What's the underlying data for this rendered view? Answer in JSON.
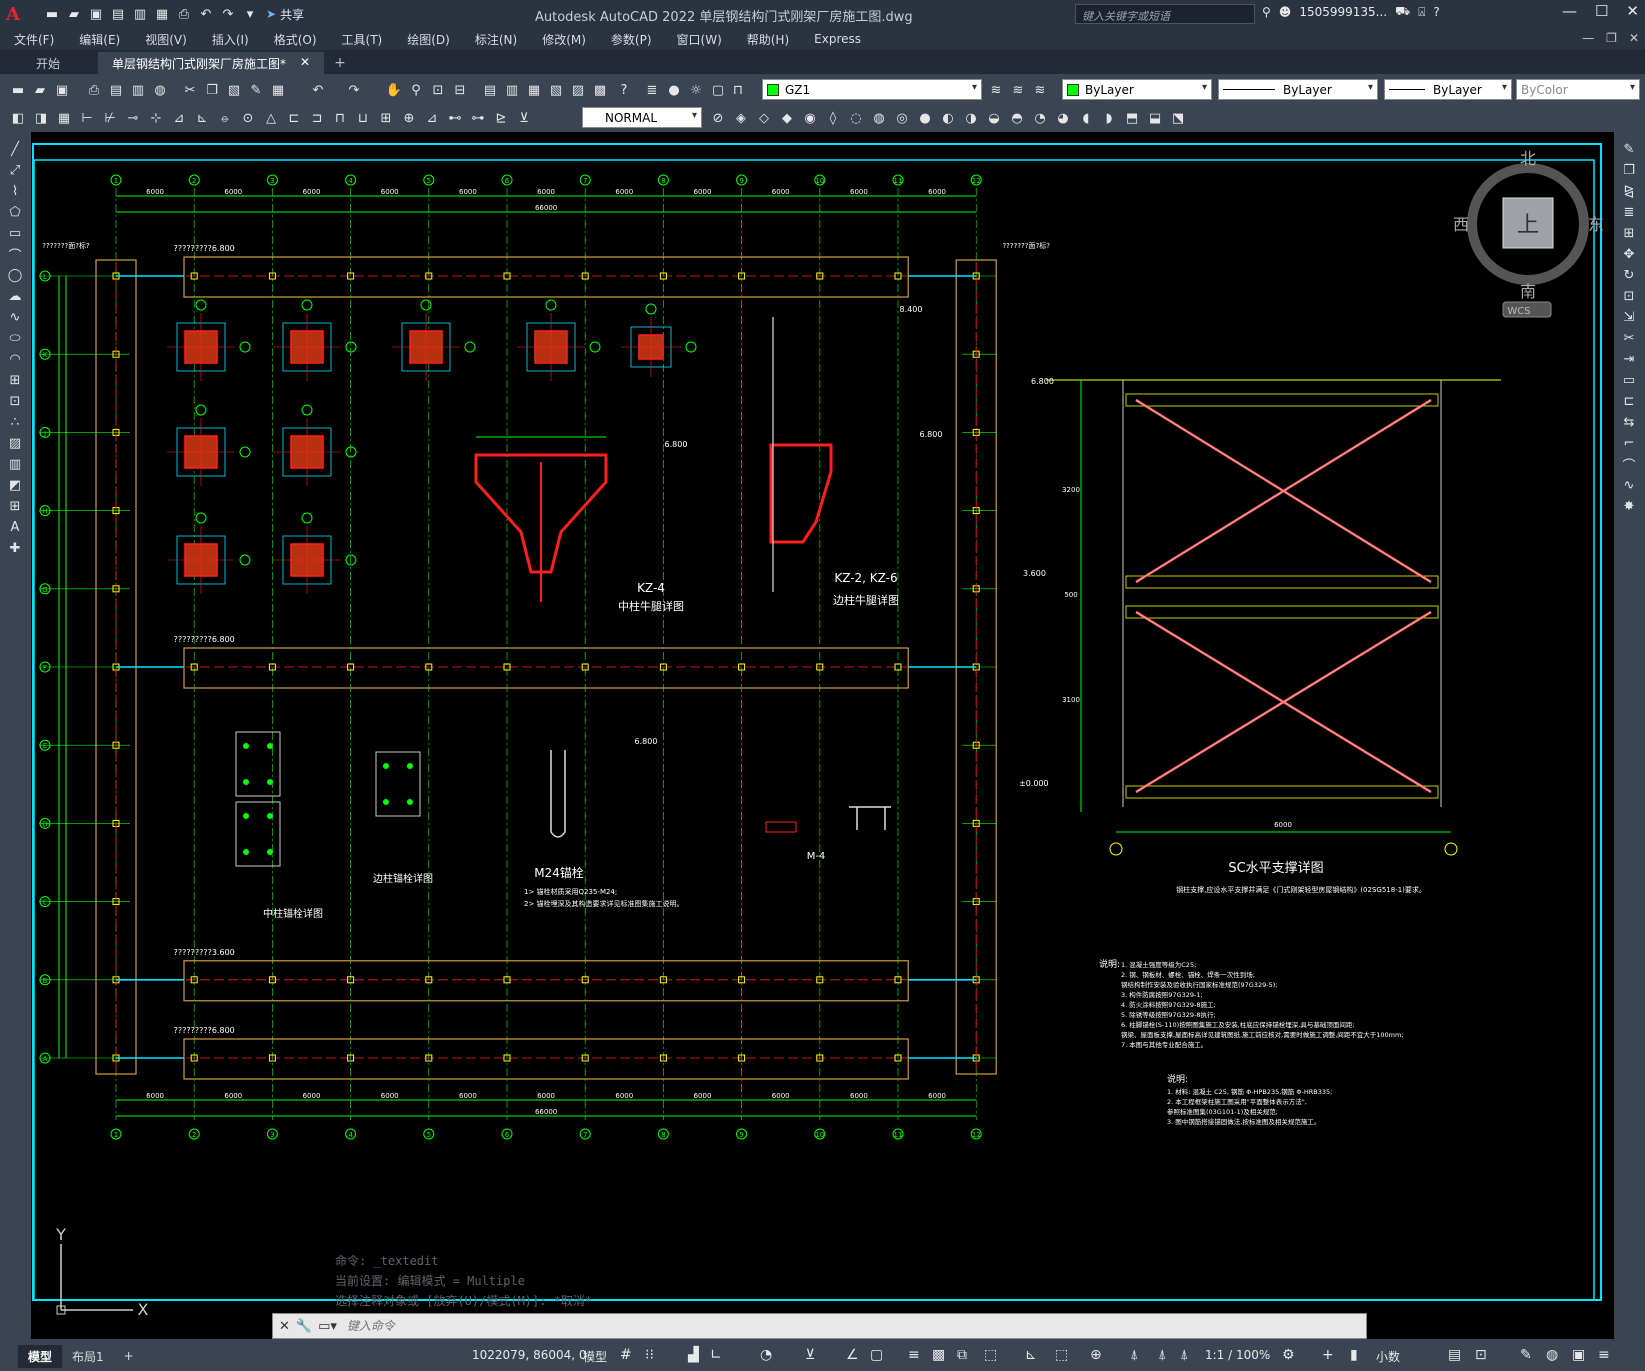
{
  "app": {
    "logo": "A",
    "title": "Autodesk AutoCAD 2022    单层钢结构门式刚架厂房施工图.dwg",
    "share_label": "共享",
    "search_placeholder": "键入关键字或短语",
    "user": "1505999135...",
    "help": "?"
  },
  "menu": [
    "文件(F)",
    "编辑(E)",
    "视图(V)",
    "插入(I)",
    "格式(O)",
    "工具(T)",
    "绘图(D)",
    "标注(N)",
    "修改(M)",
    "参数(P)",
    "窗口(W)",
    "帮助(H)",
    "Express"
  ],
  "tabs": [
    {
      "label": "开始",
      "active": false
    },
    {
      "label": "单层钢结构门式刚架厂房施工图*",
      "active": true
    }
  ],
  "toolbar": {
    "layer_name": "GZ1",
    "color": "ByLayer",
    "linetype": "ByLayer",
    "lineweight": "ByLayer",
    "plotstyle": "ByColor",
    "dimstyle": "NORMAL"
  },
  "viewcube": {
    "north": "北",
    "south": "南",
    "east": "东",
    "west": "西",
    "face": "上",
    "wcs": "WCS"
  },
  "drawing": {
    "grid_cols": [
      "1",
      "2",
      "3",
      "4",
      "5",
      "6",
      "7",
      "8",
      "9",
      "10",
      "11",
      "12"
    ],
    "grid_rows": [
      "L",
      "K",
      "J",
      "H",
      "G",
      "F",
      "E",
      "D",
      "C",
      "B",
      "A"
    ],
    "bay_spacing": "6000",
    "total_length": "66000",
    "bays_label": "6000",
    "beam_labels": [
      "?????????6.800",
      "?????????6.800",
      "?????????3.600",
      "?????????6.800"
    ],
    "corner_label": "???????面?标?",
    "detail_titles": {
      "kz4": "KZ-4",
      "kz4_sub": "中柱牛腿详图",
      "kz26": "KZ-2, KZ-6",
      "kz26_sub": "边柱牛腿详图",
      "anchor_mid": "中柱锚栓详图",
      "anchor_side": "边柱锚栓详图",
      "m24": "M24锚栓",
      "m4": "M-4",
      "sc": "SC水平支撑详图"
    },
    "m24_notes": [
      "1> 锚栓材质采用Q235-M24;",
      "2> 锚栓埋深及其构造要求详见标准图集施工说明。"
    ],
    "elevations": {
      "e1": "8.400",
      "e2": "6.800",
      "e3": "6.800",
      "e4": "6.800",
      "e5": "6.800",
      "e6": "3.600",
      "e7": "±0.000"
    },
    "sc_dims": [
      "3200",
      "500",
      "3100",
      "6000"
    ],
    "notes_title": "说明:",
    "notes": [
      "1. 混凝土强度等级为C25;",
      "2. 钢、钢板材、螺栓、锚栓、焊条一次性到场;",
      "   钢结构制作安装及验收执行国家标准规范(97G329-5);",
      "3. 构件防腐按照97G329-1;",
      "4. 防火涂料按照97G329-8施工;",
      "5. 除锈等级按照97G329-8执行;",
      "6. 柱脚锚栓(S-110)按照图集施工及安装,柱底应保持锚栓埋深,具与基础顶面间距;",
      "   钢梁、屋面板支撑,屋面标高详见建筑图纸,施工前应核对,需要时做施工调整,间距不宜大于100mm;",
      "7. 本图与其他专业配合施工。"
    ],
    "notes2_title": "说明:",
    "notes2": [
      "1. 材料: 混凝土 C25, 钢筋 Φ-HPB235,钢筋 Φ-HRB335;",
      "2. 本工程框架柱施工图采用\"平面整体表示方法\",",
      "   参照标准图集(03G101-1)及相关规范;",
      "3. 图中钢筋搭接锚固做法,按标准图及相关规范施工。"
    ],
    "sc_note": "钢柱支撑,应设水平支撑并满足《门式刚架轻型房屋钢结构》(02SG518-1)要求。"
  },
  "command": {
    "history": [
      "命令: _textedit",
      "当前设置: 编辑模式 = Multiple",
      "选择注释对象或 [放弃(U)/模式(M)]: *取消*"
    ],
    "placeholder": "键入命令"
  },
  "status": {
    "model_tab": "模型",
    "layout_tab": "布局1",
    "coords": "1022079, 86004, 0",
    "model": "模型",
    "scale": "1:1 / 100%",
    "units": "小数"
  },
  "colors": {
    "green": "#00ff00",
    "yellow": "#ffff00",
    "red": "#ff2020",
    "cyan": "#00e5ff",
    "orange": "#ff8c00"
  }
}
